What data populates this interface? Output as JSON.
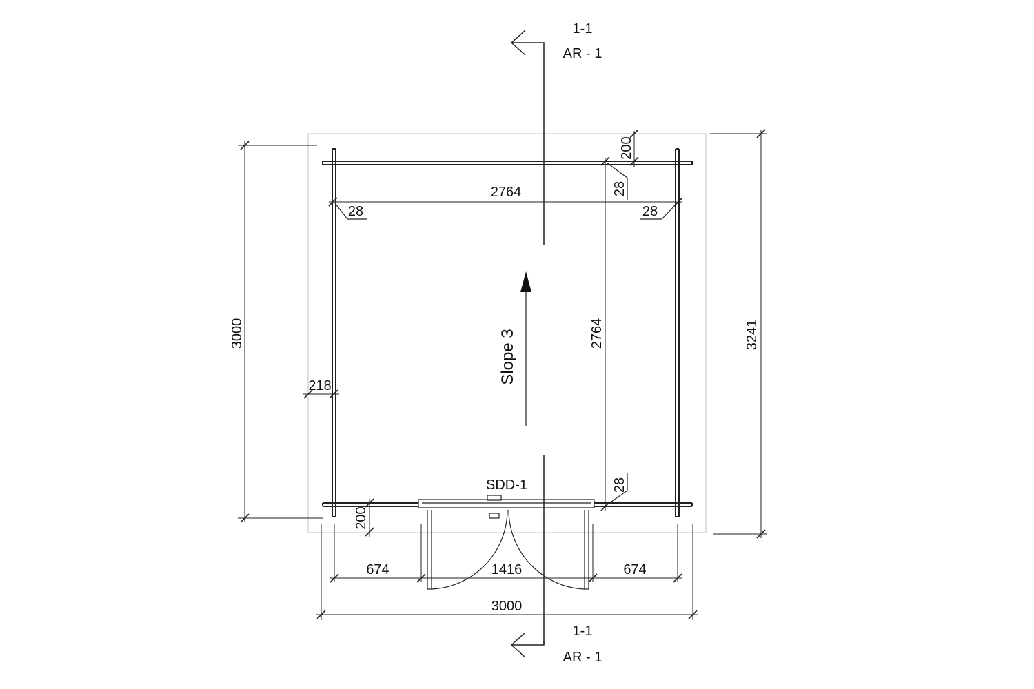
{
  "section_marker_top": {
    "id": "1-1",
    "sheet": "AR - 1"
  },
  "section_marker_bottom": {
    "id": "1-1",
    "sheet": "AR - 1"
  },
  "door": {
    "tag": "SDD-1"
  },
  "slope_label": "Slope 3",
  "dimensions": {
    "overall_width": "3000",
    "overall_depth": "3000",
    "roof_depth": "3241",
    "inner_width": "2764",
    "inner_depth": "2764",
    "wall_thickness_left": "218",
    "overhang_top": "200",
    "overhang_bottom": "200",
    "corner_top_vertical": "28",
    "corner_top_left": "28",
    "corner_top_right": "28",
    "corner_bottom_vertical": "28",
    "front_left": "674",
    "front_door": "1416",
    "front_right": "674"
  },
  "colors": {
    "line": "#222222",
    "roof_outline": "#d6d6d6",
    "background": "#ffffff"
  }
}
